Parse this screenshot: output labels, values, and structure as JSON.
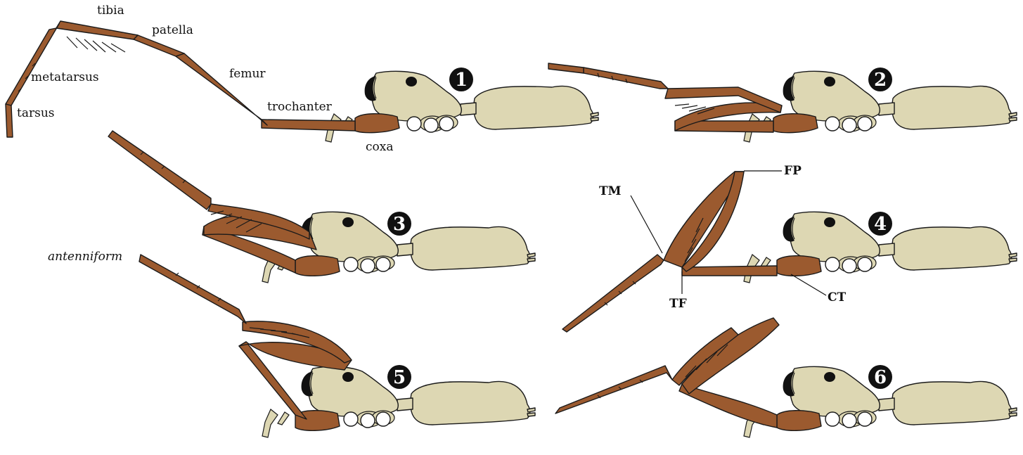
{
  "labels": {
    "tibia": "tibia",
    "patella": "patella",
    "metatarsus": "metatarsus",
    "femur": "femur",
    "tarsus": "tarsus",
    "trochanter": "trochanter",
    "coxa": "coxa",
    "antenniform": "antenniform"
  },
  "abbreviations": {
    "tm": "TM",
    "fp": "FP",
    "tf": "TF",
    "ct": "CT"
  },
  "panels": [
    {
      "number": "1"
    },
    {
      "number": "2"
    },
    {
      "number": "3"
    },
    {
      "number": "4"
    },
    {
      "number": "5"
    },
    {
      "number": "6"
    }
  ],
  "colors": {
    "leg": "#9b5a2f",
    "body": "#ddd7b3",
    "outline": "#1a1a1a",
    "badge": "#111111"
  }
}
